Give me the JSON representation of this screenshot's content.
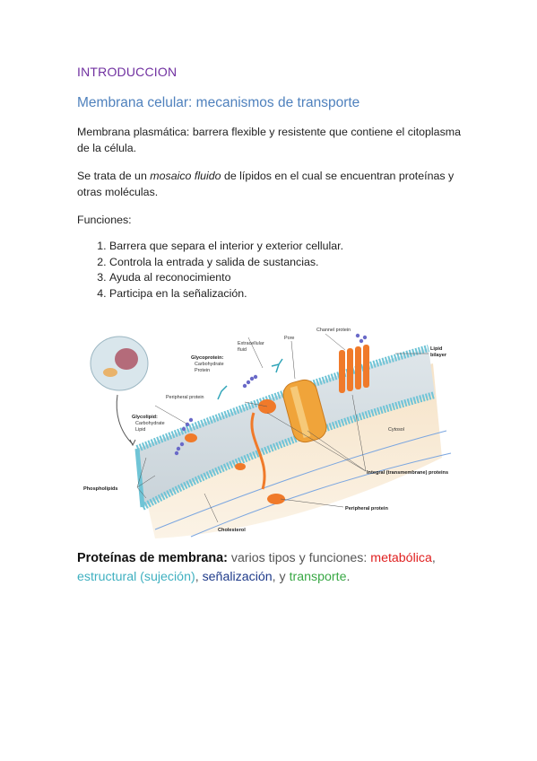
{
  "heading": "INTRODUCCION",
  "subheading": "Membrana celular: mecanismos de transporte",
  "paragraph1": "Membrana plasmática: barrera flexible y resistente que contiene el citoplasma de la célula.",
  "paragraph2": {
    "before": "Se trata de un ",
    "emphasis": "mosaico fluido",
    "after": " de lípidos en el cual se encuentran proteínas y otras moléculas."
  },
  "functions_label": "Funciones:",
  "functions": [
    "Barrera que separa el interior y exterior cellular.",
    "Controla la entrada y salida de sustancias.",
    "Ayuda al reconocimiento",
    "Participa en la señalización."
  ],
  "figure_labels": {
    "extracellular_fluid_1": "Extracellular",
    "extracellular_fluid_2": "fluid",
    "pore": "Pore",
    "channel_protein": "Channel protein",
    "lipid_bilayer_1": "Lipid",
    "lipid_bilayer_2": "bilayer",
    "glycoprotein": "Glycoprotein:",
    "glycoprotein_carb": "Carbohydrate",
    "glycoprotein_protein": "Protein",
    "peripheral_protein_top": "Peripheral protein",
    "glycolipid": "Glycolipid:",
    "glycolipid_carb": "Carbohydrate",
    "glycolipid_lipid": "Lipid",
    "cytosol": "Cytosol",
    "integral_proteins": "Integral (transmembrane) proteins",
    "phospholipids": "Phospholipids",
    "peripheral_protein_bottom": "Peripheral protein",
    "cholesterol": "Cholesterol"
  },
  "membrane_proteins": {
    "label": "Proteínas de membrana:",
    "intro": " varios tipos y funciones: ",
    "metabolic": "metabólica",
    "sep1": ", ",
    "structural": "estructural (sujeción)",
    "sep2": ", ",
    "signaling": "señalización",
    "sep3": ", y ",
    "transport": "transporte",
    "end": "."
  },
  "colors": {
    "heading": "#7030a0",
    "subheading": "#4f81bd",
    "metabolic": "#e02020",
    "structural": "#3fb0c0",
    "signaling": "#1f3b8a",
    "transport": "#39a845"
  }
}
